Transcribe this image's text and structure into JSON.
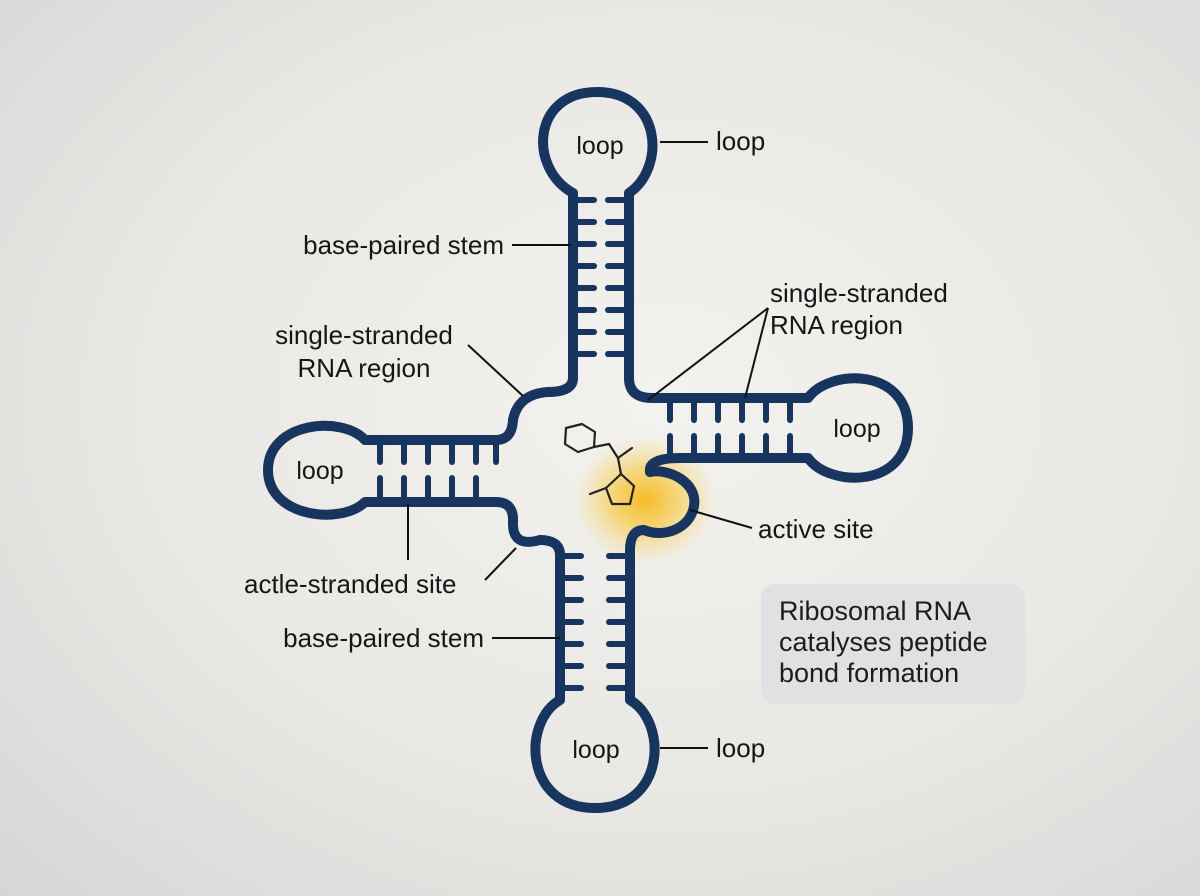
{
  "loops": {
    "top": "loop",
    "right": "loop",
    "left": "loop",
    "bottom": "loop"
  },
  "labels": {
    "top_loop": "loop",
    "bottom_loop": "loop",
    "top_stem": "base-paired stem",
    "bottom_stem": "base-paired stem",
    "left_single_line1": "single-stranded",
    "left_single_line2": "RNA region",
    "right_single_line1": "single-stranded",
    "right_single_line2": "RNA region",
    "actle_site": "actle-stranded site",
    "active_site": "active site"
  },
  "note": {
    "line1": "Ribosomal RNA",
    "line2": "catalyses peptide",
    "line3": "bond formation"
  },
  "colors": {
    "rna_strand": "#17355f",
    "active_site_glow": "#f5c02a",
    "molecule": "#222222"
  }
}
